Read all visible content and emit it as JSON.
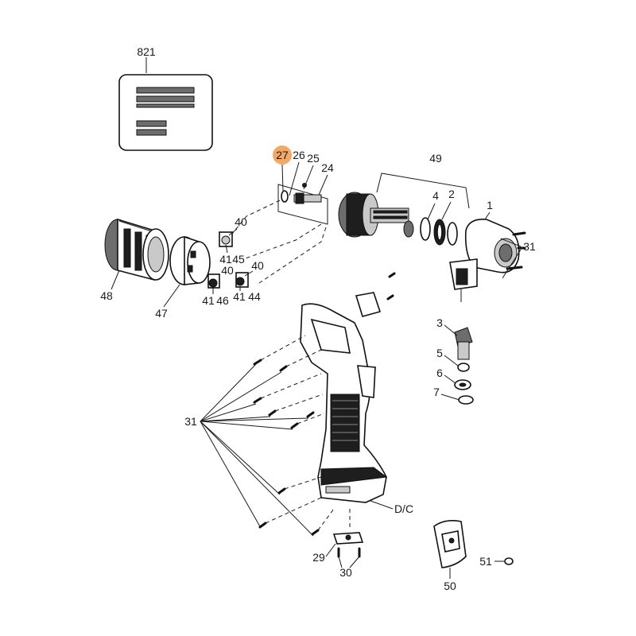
{
  "highlight_color": "#f2a968",
  "callouts": {
    "label_821": "821",
    "label_27": "27",
    "label_26": "26",
    "label_25": "25",
    "label_24": "24",
    "label_49": "49",
    "label_4": "4",
    "label_2": "2",
    "label_1": "1",
    "label_31_top": "31",
    "label_40_a": "40",
    "label_40_b": "40",
    "label_40_c": "40",
    "label_41_a": "41",
    "label_45": "45",
    "label_41_b": "41",
    "label_46": "46",
    "label_41_c": "41",
    "label_44": "44",
    "label_48": "48",
    "label_47": "47",
    "label_3": "3",
    "label_5": "5",
    "label_6": "6",
    "label_7": "7",
    "label_31_left": "31",
    "label_dc": "D/C",
    "label_29": "29",
    "label_30": "30",
    "label_51": "51",
    "label_50": "50"
  }
}
